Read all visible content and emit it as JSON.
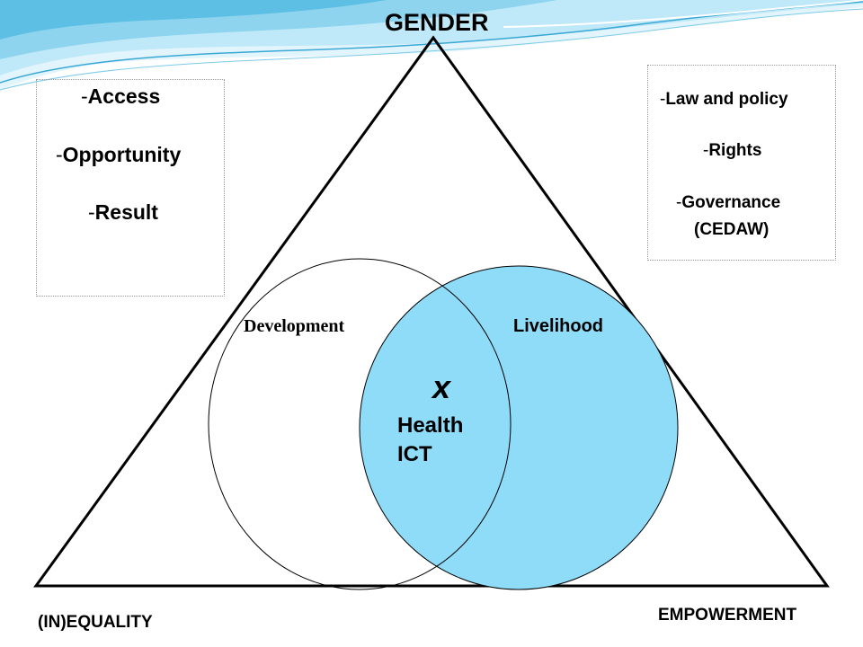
{
  "diagram": {
    "title": "GENDER",
    "left_list": [
      "Access",
      "Opportunity",
      "Result"
    ],
    "right_list": [
      "Law and policy",
      "Rights",
      "Governance",
      "(CEDAW)"
    ],
    "circle_left_label": "Development",
    "circle_right_label": "Livelihood",
    "intersection_mark": "x",
    "intersection_items": [
      "Health",
      "ICT"
    ],
    "bottom_left_label": "(IN)EQUALITY",
    "bottom_right_label": "EMPOWERMENT"
  },
  "colors": {
    "accent_fill": "#8fdcf8",
    "wave_primary": "#4fb4dc",
    "wave_light": "#c6ebf8"
  }
}
